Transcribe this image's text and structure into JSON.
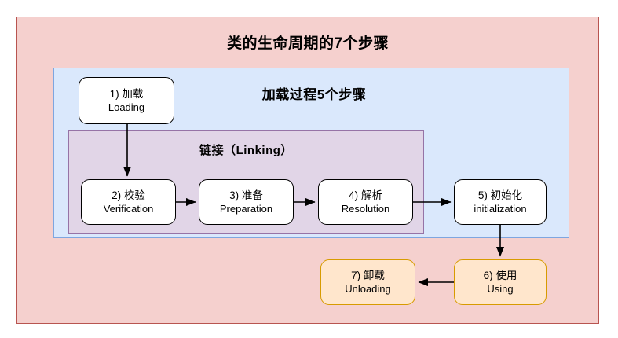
{
  "diagram": {
    "title": "类的生命周期的7个步骤",
    "regions": [
      {
        "name": "outer",
        "label": "类的生命周期的7个步骤",
        "fill": "#f5d0ce",
        "stroke": "#b85450"
      },
      {
        "name": "loading-process",
        "label": "加载过程5个步骤",
        "fill": "#dae8fc",
        "stroke": "#7ea6e0"
      },
      {
        "name": "linking",
        "label": "链接（Linking）",
        "fill": "#e1d5e7",
        "stroke": "#9673a6"
      }
    ],
    "nodes": [
      {
        "id": "n1",
        "index": "1)",
        "cn": "1) 加载",
        "en": "Loading",
        "fill": "#ffffff",
        "stroke": "#000000"
      },
      {
        "id": "n2",
        "index": "2)",
        "cn": "2) 校验",
        "en": "Verification",
        "fill": "#ffffff",
        "stroke": "#000000"
      },
      {
        "id": "n3",
        "index": "3)",
        "cn": "3) 准备",
        "en": "Preparation",
        "fill": "#ffffff",
        "stroke": "#000000"
      },
      {
        "id": "n4",
        "index": "4)",
        "cn": "4) 解析",
        "en": "Resolution",
        "fill": "#ffffff",
        "stroke": "#000000"
      },
      {
        "id": "n5",
        "index": "5)",
        "cn": "5) 初始化",
        "en": "initialization",
        "fill": "#ffffff",
        "stroke": "#000000"
      },
      {
        "id": "n6",
        "index": "6)",
        "cn": "6) 使用",
        "en": "Using",
        "fill": "#ffe6cc",
        "stroke": "#d79b00"
      },
      {
        "id": "n7",
        "index": "7)",
        "cn": "7) 卸载",
        "en": "Unloading",
        "fill": "#ffe6cc",
        "stroke": "#d79b00"
      }
    ],
    "edges": [
      {
        "from": "n1",
        "to": "n2",
        "direction": "down"
      },
      {
        "from": "n2",
        "to": "n3",
        "direction": "right"
      },
      {
        "from": "n3",
        "to": "n4",
        "direction": "right"
      },
      {
        "from": "n4",
        "to": "n5",
        "direction": "right"
      },
      {
        "from": "n5",
        "to": "n6",
        "direction": "down"
      },
      {
        "from": "n6",
        "to": "n7",
        "direction": "left"
      }
    ],
    "edge_color": "#000000",
    "background": "#ffffff"
  }
}
